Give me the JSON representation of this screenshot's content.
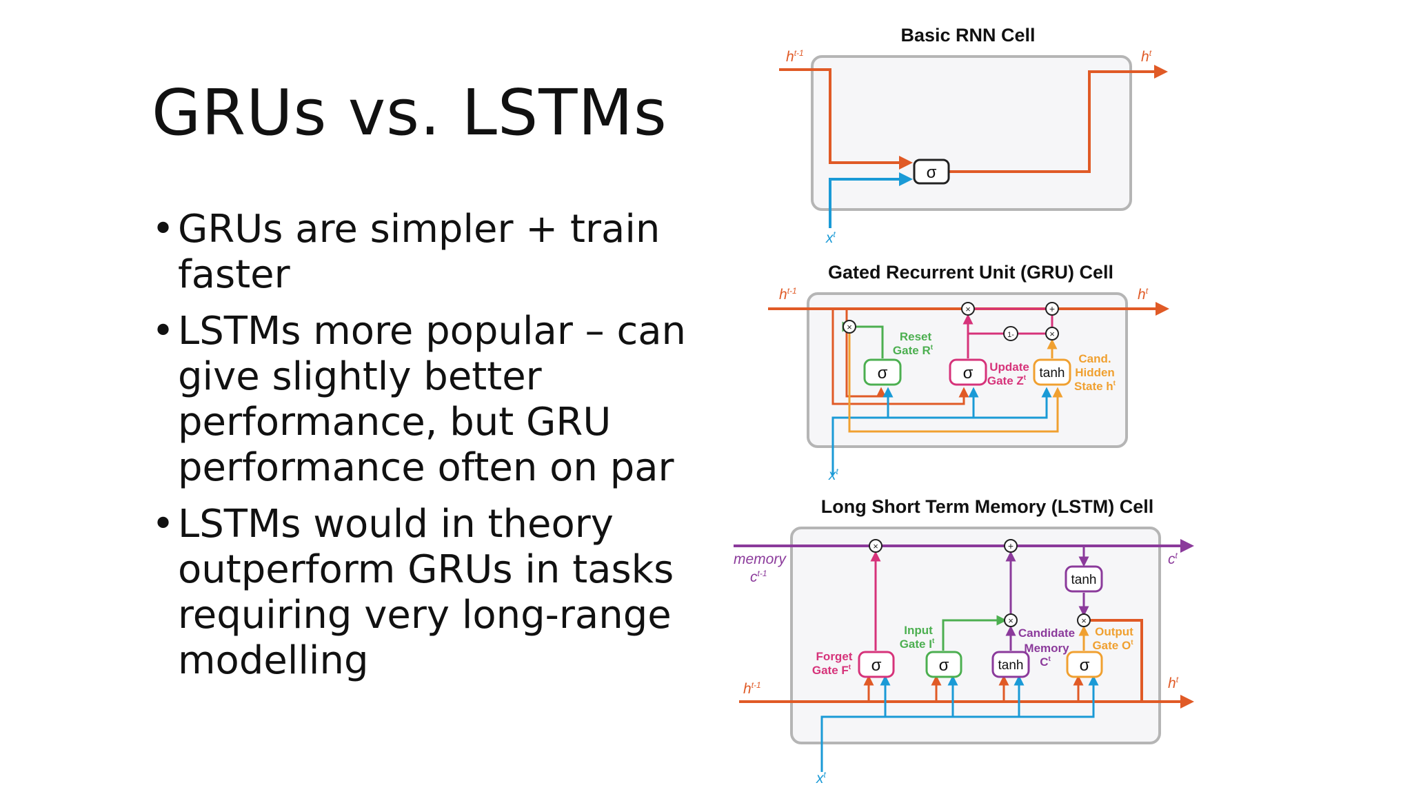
{
  "slide": {
    "title": "GRUs vs. LSTMs",
    "bullets": [
      {
        "text": "GRUs are simpler + train faster"
      },
      {
        "text": "LSTMs more popular – can give slightly better performance, but GRU performance often on par"
      },
      {
        "text": "LSTMs would in theory outperform GRUs in tasks requiring very long-range modelling"
      }
    ]
  },
  "colors": {
    "hidden": "#e05a26",
    "input": "#1a9ad6",
    "reset": "#4caf50",
    "update": "#d6337a",
    "candidate": "#f0a030",
    "lstm_memory": "#8b3a9b",
    "lstm_output": "#f0a030",
    "box": "#b5b5b5"
  },
  "rnn": {
    "title": "Basic RNN Cell",
    "h_prev": "h",
    "h_prev_sup": "t-1",
    "h_out": "h",
    "h_out_sup": "t",
    "x_in": "x",
    "x_in_sup": "t",
    "sigma": "σ"
  },
  "gru": {
    "title": "Gated Recurrent Unit (GRU) Cell",
    "h_prev": "h",
    "h_prev_sup": "t-1",
    "h_out": "h",
    "h_out_sup": "t",
    "x_in": "x",
    "x_in_sup": "t",
    "reset_line1": "Reset",
    "reset_line2": "Gate R",
    "reset_sup": "t",
    "update_line1": "Update",
    "update_line2": "Gate Z",
    "update_sup": "t",
    "cand_line1": "Cand.",
    "cand_line2": "Hidden",
    "cand_line3": "State h",
    "cand_sup": "t",
    "one_minus": "1-",
    "sigma": "σ",
    "tanh": "tanh"
  },
  "lstm": {
    "title": "Long Short Term Memory (LSTM) Cell",
    "memory": "memory",
    "c_prev": "c",
    "c_prev_sup": "t-1",
    "c_out": "c",
    "c_out_sup": "t",
    "h_prev": "h",
    "h_prev_sup": "t-1",
    "h_out": "h",
    "h_out_sup": "t",
    "x_in": "x",
    "x_in_sup": "t",
    "forget_line1": "Forget",
    "forget_line2": "Gate F",
    "forget_sup": "t",
    "input_line1": "Input",
    "input_line2": "Gate I",
    "input_sup": "t",
    "cand_line1": "Candidate",
    "cand_line2": "Memory",
    "cand_line3": "C",
    "cand_sup": "t",
    "output_line1": "Output",
    "output_line2": "Gate O",
    "output_sup": "t",
    "sigma": "σ",
    "tanh": "tanh"
  }
}
